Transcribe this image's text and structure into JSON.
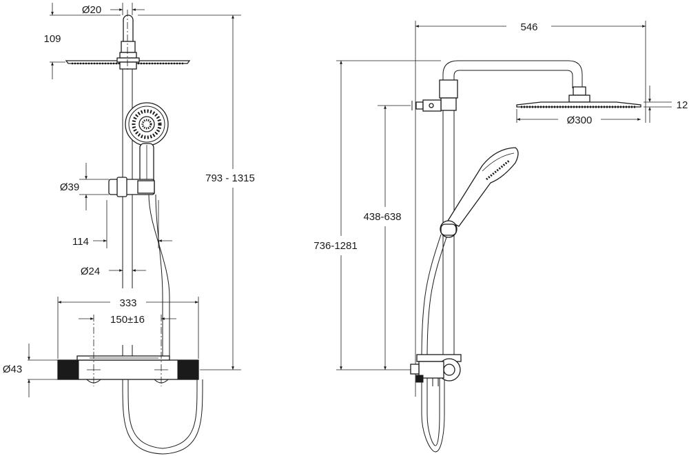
{
  "drawing": {
    "front_view": {
      "dim_rose_diameter": "Ø20",
      "dim_rose_height": "109",
      "dim_total_height": "793 - 1315",
      "dim_holder_diameter": "Ø39",
      "dim_holder_offset": "114",
      "dim_rail_diameter": "Ø24",
      "dim_body_width": "333",
      "dim_connection_spacing": "150±16",
      "dim_body_diameter": "Ø43"
    },
    "side_view": {
      "dim_arm_projection": "546",
      "dim_head_thickness": "12",
      "dim_head_diameter": "Ø300",
      "dim_bracket_height": "438-638",
      "dim_overall_height": "736-1281"
    }
  }
}
